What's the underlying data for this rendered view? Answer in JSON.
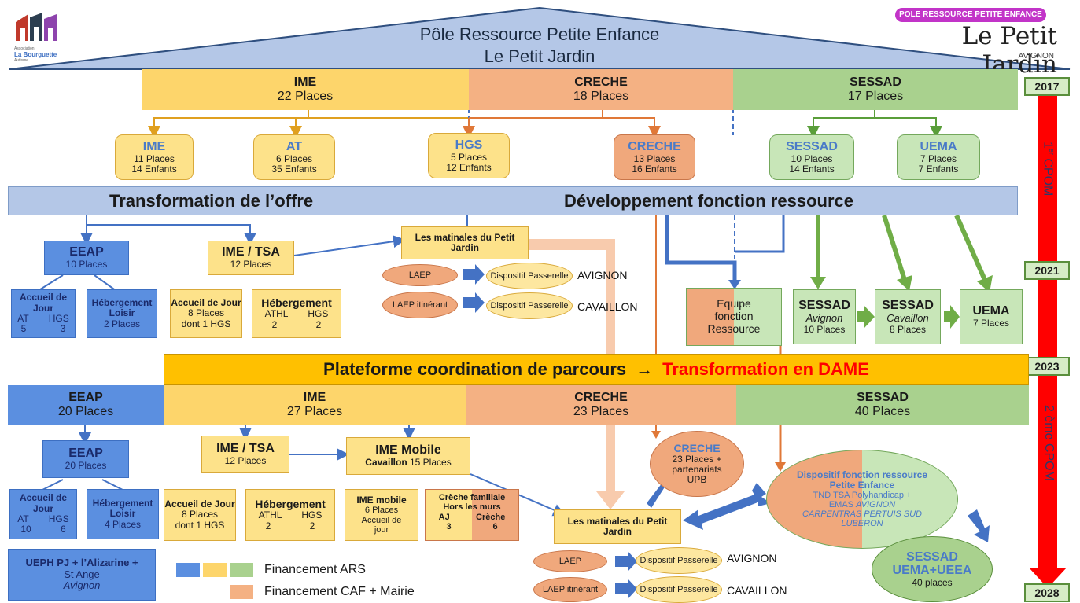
{
  "header": {
    "title_line1": "Pôle Ressource Petite Enfance",
    "title_line2": "Le Petit Jardin",
    "badge": "POLE RESSOURCE PETITE ENFANCE",
    "brand": "Le Petit Jardin",
    "brand_city": "AVIGNON",
    "logo_text1": "Association",
    "logo_text2": "La Bourguette",
    "logo_text3": "Autisme"
  },
  "years": {
    "y2017": "2017",
    "y2021": "2021",
    "y2023": "2023",
    "y2028": "2028"
  },
  "cpom": {
    "first_sup": "er",
    "first": "1",
    "first_rest": "CPOM",
    "second": "2 ème CPOM"
  },
  "top_band": {
    "ime": {
      "title": "IME",
      "places": "22 Places"
    },
    "creche": {
      "title": "CRECHE",
      "places": "18 Places"
    },
    "sessad": {
      "title": "SESSAD",
      "places": "17 Places"
    }
  },
  "row2": {
    "ime": {
      "title": "IME",
      "l1": "11 Places",
      "l2": "14 Enfants"
    },
    "at": {
      "title": "AT",
      "l1": "6 Places",
      "l2": "35 Enfants"
    },
    "hgs": {
      "title": "HGS",
      "l1": "5 Places",
      "l2": "12 Enfants"
    },
    "creche": {
      "title": "CRECHE",
      "l1": "13 Places",
      "l2": "16 Enfants"
    },
    "sessad": {
      "title": "SESSAD",
      "l1": "10 Places",
      "l2": "14 Enfants"
    },
    "uema": {
      "title": "UEMA",
      "l1": "7 Places",
      "l2": "7 Enfants"
    }
  },
  "transform_band": {
    "left": "Transformation de l’offre",
    "right": "Développement fonction ressource"
  },
  "mid": {
    "eeap": {
      "title": "EEAP",
      "places": "10 Places"
    },
    "accueil_jour": {
      "title": "Accueil de Jour",
      "cols": "AT HGS",
      "vals": "5 3"
    },
    "hebergement_loisir": {
      "title": "Hébergement Loisir",
      "places": "2 Places"
    },
    "ime_tsa": {
      "title": "IME / TSA",
      "places": "12 Places"
    },
    "aj_ime": {
      "title": "Accueil de Jour",
      "l1": "8 Places",
      "l2": "dont 1 HGS"
    },
    "hebergement": {
      "title": "Hébergement",
      "cols": "ATHL HGS",
      "vals": "2 2"
    },
    "matinales": {
      "title": "Les matinales du Petit Jardin"
    },
    "laep": "LAEP",
    "laep_itin": "LAEP itinérant",
    "dispositif": "Dispositif Passerelle",
    "avignon": "AVIGNON",
    "cavaillon": "CAVAILLON",
    "equipe": "Equipe fonction Ressource",
    "sessad_avignon": {
      "title": "SESSAD",
      "city": "Avignon",
      "places": "10 Places"
    },
    "sessad_cavaillon": {
      "title": "SESSAD",
      "city": "Cavaillon",
      "places": "8 Places"
    },
    "uema": {
      "title": "UEMA",
      "places": "7 Places"
    }
  },
  "platform": {
    "left": "Plateforme coordination de parcours",
    "arrow": "→",
    "right": "Transformation en DAME"
  },
  "bottom_band": {
    "eeap": {
      "title": "EEAP",
      "places": "20 Places"
    },
    "ime": {
      "title": "IME",
      "places": "27 Places"
    },
    "creche": {
      "title": "CRECHE",
      "places": "23 Places"
    },
    "sessad": {
      "title": "SESSAD",
      "places": "40 Places"
    }
  },
  "low": {
    "eeap": {
      "title": "EEAP",
      "places": "20 Places"
    },
    "accueil_jour": {
      "title": "Accueil de Jour",
      "cols": "AT HGS",
      "vals": "10 6"
    },
    "hebergement_loisir": {
      "title": "Hébergement Loisir",
      "places": "4 Places"
    },
    "ime_tsa": {
      "title": "IME / TSA",
      "places": "12 Places"
    },
    "aj_ime": {
      "title": "Accueil de Jour",
      "l1": "8 Places",
      "l2": "dont 1 HGS"
    },
    "hebergement": {
      "title": "Hébergement",
      "cols": "ATHL HGS",
      "vals": "2 2"
    },
    "ime_mobile": {
      "title": "IME Mobile",
      "sub": "Cavaillon",
      "places": "15 Places"
    },
    "ime_mobile_small": {
      "title": "IME mobile",
      "l1": "6 Places",
      "l2": "Accueil de jour"
    },
    "creche_fam": {
      "title": "Crèche familiale Hors les murs",
      "aj": "AJ",
      "cr": "Crèche",
      "v1": "3",
      "v2": "6"
    },
    "creche_ell": {
      "title": "CRECHE",
      "l1": "23 Places +",
      "l2": "partenariats",
      "l3": "UPB"
    },
    "dispositif_fr": {
      "title": "Dispositif fonction ressource Petite Enfance",
      "l1": "TND TSA Polyhandicap +",
      "l2": "EMAS",
      "l2b": "AVIGNON",
      "l3": "CARPENTRAS PERTUIS SUD LUBERON"
    },
    "matinales": {
      "title": "Les matinales du Petit Jardin"
    },
    "sessad_final": {
      "title": "SESSAD",
      "sub": "UEMA+UEEA",
      "places": "40 places"
    },
    "ueph": {
      "l1": "UEPH PJ + l’Alizarine +",
      "l2": "St Ange",
      "l3": "Avignon"
    }
  },
  "legend": {
    "ars": "Financement ARS",
    "caf": "Financement CAF + Mairie"
  },
  "colors": {
    "blue": "#5b8fe0",
    "yellow": "#fde28a",
    "orange": "#f0a87c",
    "green": "#c8e6b8",
    "band": "#b4c7e7",
    "platform": "#ffc000",
    "red": "#ff0000"
  }
}
